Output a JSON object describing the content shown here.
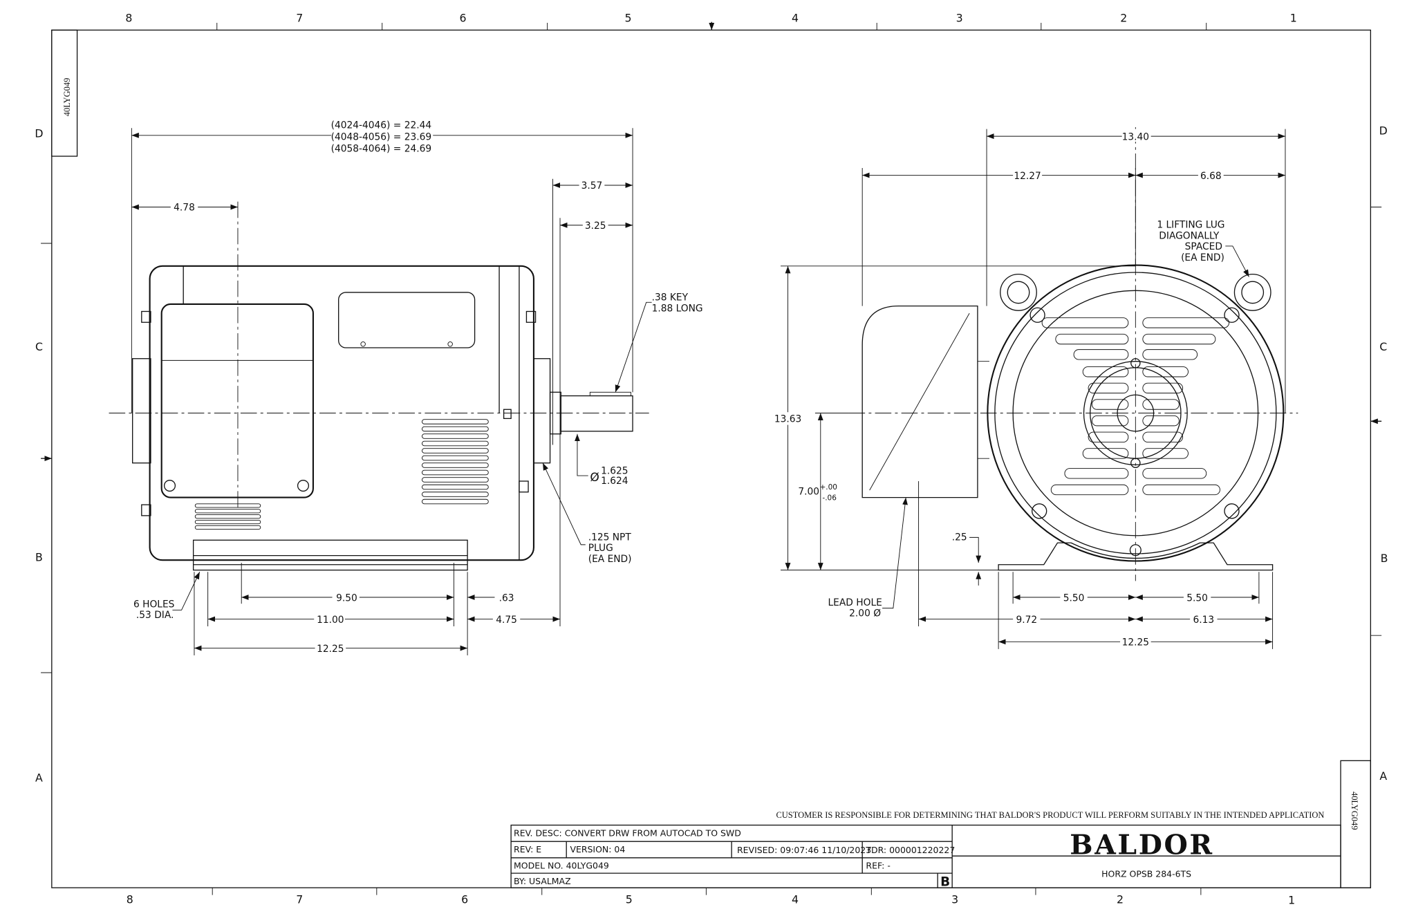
{
  "drawing_number": "40LYG049",
  "zones_top": [
    "8",
    "7",
    "6",
    "5",
    "4",
    "3",
    "2",
    "1"
  ],
  "zones_side": [
    "D",
    "C",
    "B",
    "A"
  ],
  "side_view": {
    "overall_lines": [
      "(4024-4046) = 22.44",
      "(4048-4056) = 23.69",
      "(4058-4064) = 24.69"
    ],
    "dim_4_78": "4.78",
    "dim_3_57": "3.57",
    "dim_3_25": "3.25",
    "key_lines": [
      ".38 KEY",
      "1.88 LONG"
    ],
    "shaft_dia_symbol": "Ø",
    "shaft_dia_upper": "1.625",
    "shaft_dia_lower": "1.624",
    "plug_lines": [
      ".125 NPT",
      "PLUG",
      "(EA END)"
    ],
    "holes_lines": [
      "6 HOLES",
      ".53 DIA."
    ],
    "dim_9_50": "9.50",
    "dim_0_63": ".63",
    "dim_11_00": "11.00",
    "dim_4_75": "4.75",
    "dim_12_25": "12.25"
  },
  "end_view": {
    "dim_13_40": "13.40",
    "dim_12_27": "12.27",
    "dim_6_68": "6.68",
    "lug_lines": [
      "1 LIFTING LUG",
      "DIAGONALLY",
      "SPACED",
      "(EA END)"
    ],
    "dim_13_63": "13.63",
    "dim_7_00": "7.00",
    "tol_plus": "+.00",
    "tol_minus": "-.06",
    "dim_0_25": ".25",
    "lead_lines": [
      "LEAD HOLE",
      "2.00 Ø"
    ],
    "dim_5_50_left": "5.50",
    "dim_5_50_right": "5.50",
    "dim_9_72": "9.72",
    "dim_6_13": "6.13",
    "dim_12_25": "12.25"
  },
  "title_block": {
    "disclaimer": "CUSTOMER IS RESPONSIBLE FOR DETERMINING THAT BALDOR'S PRODUCT WILL PERFORM SUITABLY IN THE INTENDED APPLICATION",
    "rev_desc": "REV. DESC: CONVERT DRW FROM AUTOCAD TO SWD",
    "rev": "REV:  E",
    "version": "VERSION:  04",
    "revised": "REVISED:  09:07:46 11/10/2023",
    "tdr": "TDR: 000001220227",
    "model_no": "MODEL NO.  40LYG049",
    "ref": "REF:  -",
    "by": "BY: USALMAZ",
    "size": "B",
    "logo": "BALDOR",
    "description": "HORZ OPSB 284-6TS"
  }
}
